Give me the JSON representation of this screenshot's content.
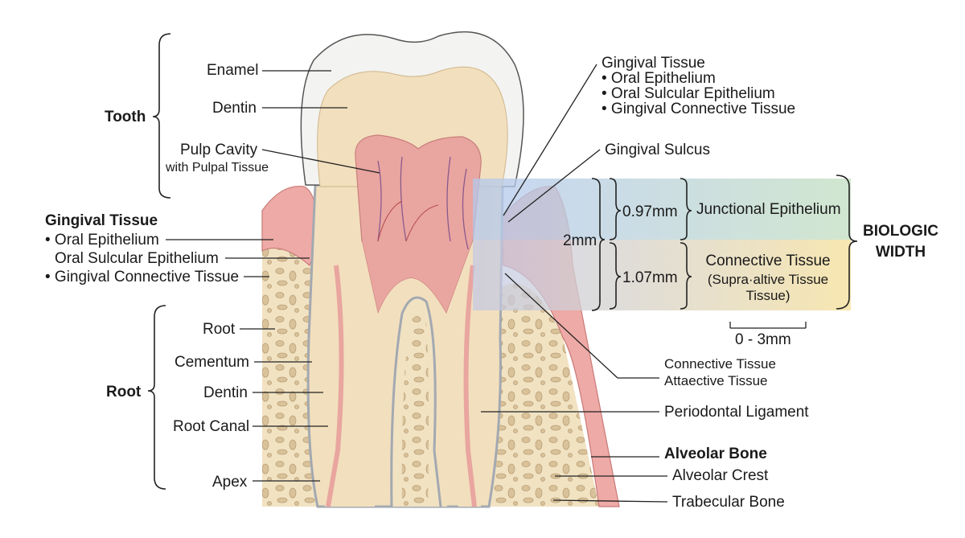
{
  "groups": {
    "tooth": "Tooth",
    "root": "Root",
    "biologic_width": [
      "BIOLOGIC",
      "WIDTH"
    ]
  },
  "left": {
    "enamel": "Enamel",
    "dentin_crown": "Dentin",
    "pulp_cavity": "Pulp Cavity",
    "pulp_sub": "with Pulpal Tissue",
    "gingival_title": "Gingival Tissue",
    "gingival_items": [
      "• Oral Epithelium",
      "Oral Sulcular Epithelium",
      "• Gingival Connective Tissue"
    ],
    "root_label": "Root",
    "cementum": "Cementum",
    "dentin_root": "Dentin",
    "root_canal": "Root Canal",
    "apex": "Apex"
  },
  "right": {
    "gingival_title": "Gingival Tissue",
    "gingival_items": [
      "• Oral Epithelium",
      "• Oral Sulcular Epithelium",
      "• Gingival Connective Tissue"
    ],
    "sulcus": "Gingival Sulcus",
    "ct_attach": [
      "Connective Tissue",
      "Attaective Tissue"
    ],
    "pdl": "Periodontal Ligament",
    "alveolar_bone": "Alveolar Bone",
    "alveolar_crest": "Alveolar Crest",
    "trabecular_bone": "Trabecular Bone"
  },
  "biologic": {
    "total": "2mm",
    "je_size": "0.97mm",
    "ct_size": "1.07mm",
    "junctional": "Junctional Epithelium",
    "ct_lines": [
      "Connective Tissue",
      "(Supra·altive Tissue",
      "Tissue)"
    ],
    "range": "0 - 3mm"
  },
  "colors": {
    "enamel": "#f3f3f1",
    "dentin": "#f2dfbd",
    "pulp": "#e9a5a0",
    "gum": "#eeaaa6",
    "bone": "#f1e2c2",
    "cementum": "#b9c1c9",
    "je_band": "#a9c3e6",
    "ct_band": "#f4dfa0"
  }
}
